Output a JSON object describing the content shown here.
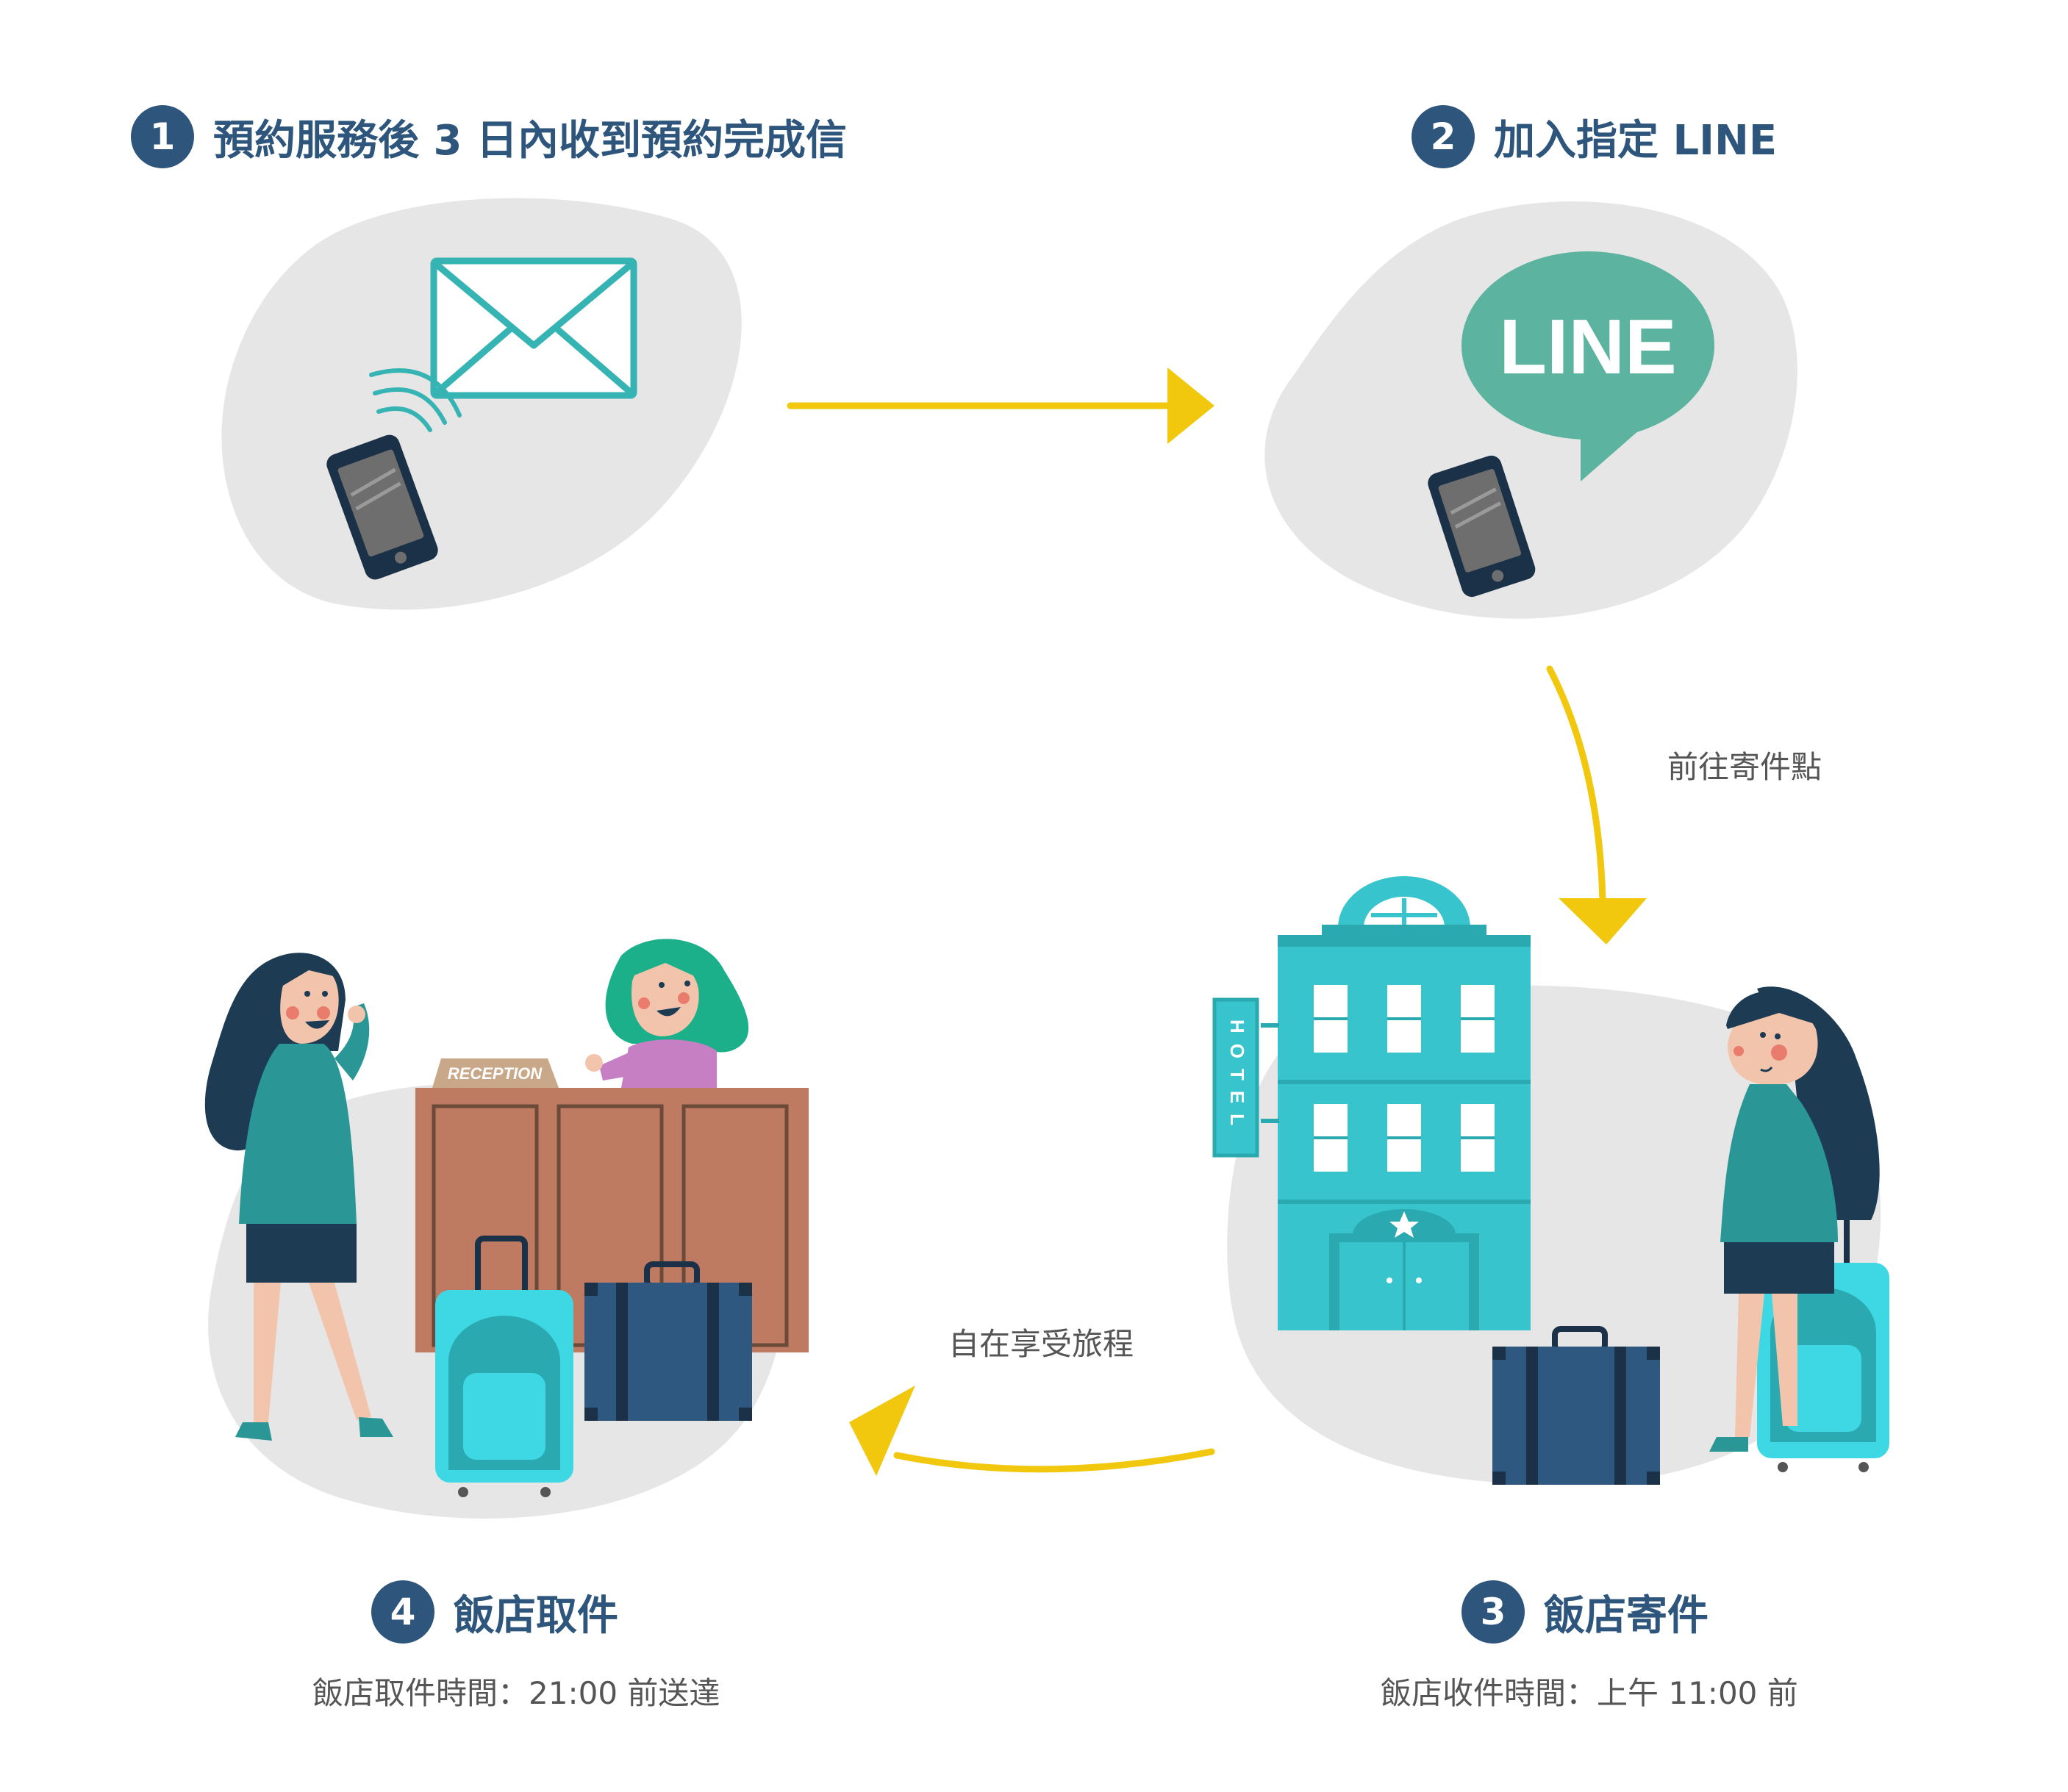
{
  "steps": [
    {
      "number": "1",
      "title": "預約服務後 3 日內收到預約完成信"
    },
    {
      "number": "2",
      "title": "加入指定 LINE"
    },
    {
      "number": "3",
      "title": "飯店寄件",
      "subtitle": "飯店收件時間：上午 11:00 前"
    },
    {
      "number": "4",
      "title": "飯店取件",
      "subtitle": "飯店取件時間：21:00 前送達"
    }
  ],
  "arrow_labels": {
    "to_dropoff": "前往寄件點",
    "enjoy_trip": "自在享受旅程"
  },
  "illustration_text": {
    "line_logo": "LINE",
    "hotel_sign": "HOTEL",
    "reception_sign": "RECEPTION"
  },
  "colors": {
    "heading": "#2e567c",
    "arrow": "#f2c80f",
    "blob": "#e6e6e6",
    "line_bubble": "#5bb3a0",
    "hotel": "#38c4cc",
    "suitcase_cyan": "#3dd8e3",
    "suitcase_navy": "#2e5880",
    "desk": "#bf7a62",
    "sweater": "#2a9696",
    "hair": "#1d3b52"
  }
}
